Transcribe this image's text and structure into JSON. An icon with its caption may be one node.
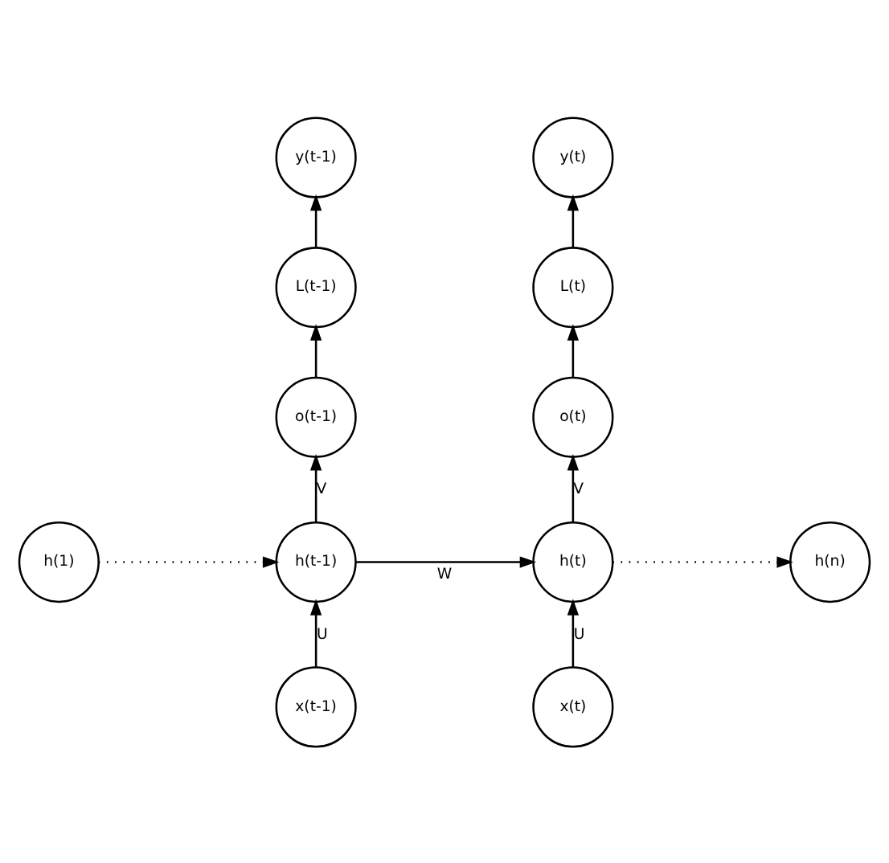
{
  "diagram": {
    "nodes": [
      {
        "text": [
          "y(t-1)"
        ]
      },
      {
        "text": [
          "y(t)"
        ]
      },
      {
        "text": [
          "L(t-1)"
        ]
      },
      {
        "text": [
          "L(t)"
        ]
      },
      {
        "text": [
          "o(t-1)"
        ]
      },
      {
        "text": [
          "o(t)"
        ]
      },
      {
        "text": [
          "h(1)"
        ]
      },
      {
        "text": [
          "h(t-1)"
        ]
      },
      {
        "text": [
          "h(t)"
        ]
      },
      {
        "text": [
          "h(n)"
        ]
      },
      {
        "text": [
          "x(t-1)"
        ]
      },
      {
        "text": [
          "x(t)"
        ]
      }
    ],
    "edges": [
      {
        "from": 6,
        "to": 7,
        "arrow": "to",
        "style": "dashed"
      },
      {
        "from": 7,
        "to": 8,
        "arrow": "to",
        "label": "W"
      },
      {
        "from": 8,
        "to": 9,
        "arrow": "to",
        "style": "dashed"
      },
      {
        "from": 10,
        "to": 7,
        "arrow": "to",
        "label": "U"
      },
      {
        "from": 11,
        "to": 8,
        "arrow": "to",
        "label": "U"
      },
      {
        "from": 7,
        "to": 4,
        "arrow": "to",
        "label": "V"
      },
      {
        "from": 8,
        "to": 5,
        "arrow": "to",
        "label": "V"
      },
      {
        "from": 4,
        "to": 2,
        "arrow": "to"
      },
      {
        "from": 5,
        "to": 3,
        "arrow": "to"
      },
      {
        "from": 2,
        "to": 0,
        "arrow": "to"
      },
      {
        "from": 3,
        "to": 1,
        "arrow": "to"
      }
    ]
  }
}
